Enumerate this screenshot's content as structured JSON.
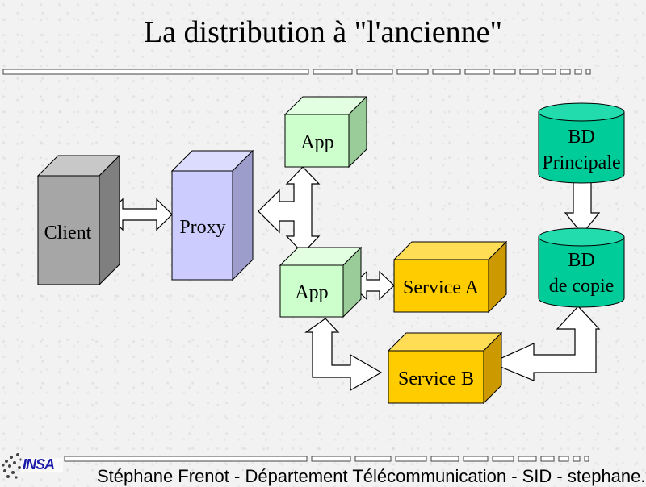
{
  "title": "La distribution à \"l'ancienne\"",
  "nodes": {
    "client": "Client",
    "proxy": "Proxy",
    "app_top": "App",
    "app_bottom": "App",
    "service_a": "Service A",
    "service_b": "Service B",
    "db_main_line1": "BD",
    "db_main_line2": "Principale",
    "db_copy_line1": "BD",
    "db_copy_line2": "de copie"
  },
  "logo": "INSA",
  "footer": "Stéphane Frenot - Département Télécommunication - SID - stephane.frenot@insa-lyon.fr",
  "colors": {
    "client": "#a6a6a6",
    "proxy": "#ccccff",
    "app": "#ccffcc",
    "service": "#ffcc00",
    "database": "#00cc99"
  }
}
